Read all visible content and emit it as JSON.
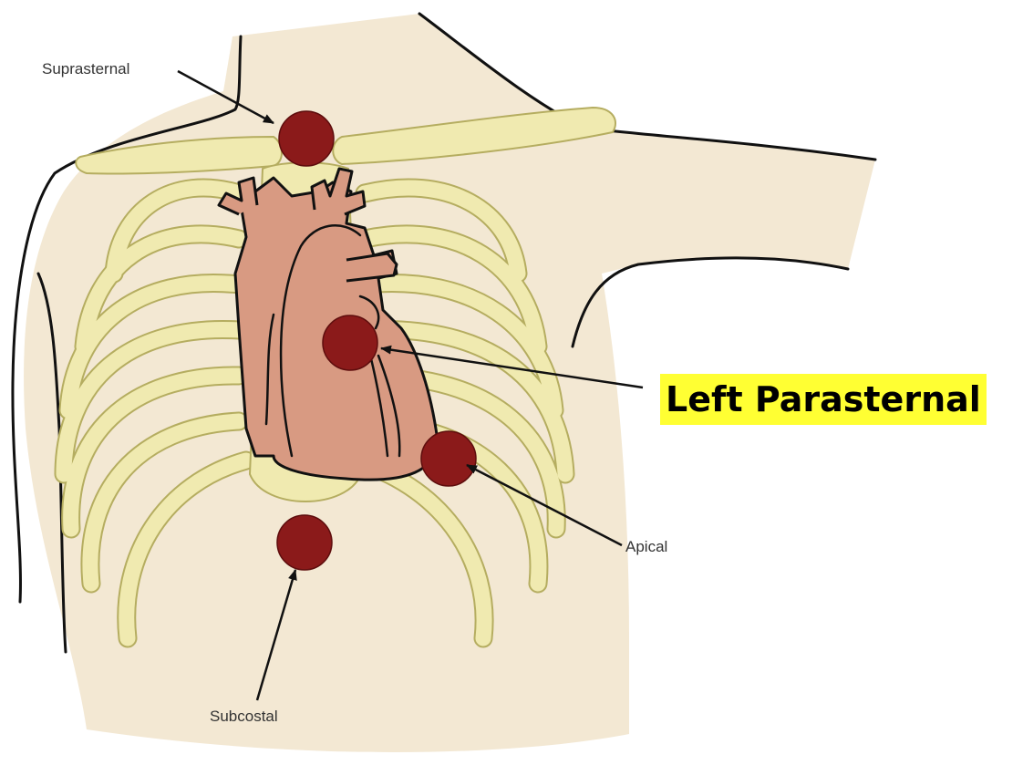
{
  "labels": {
    "suprasternal": "Suprasternal",
    "left_parasternal": "Left Parasternal",
    "apical": "Apical",
    "subcostal": "Subcostal"
  },
  "colors": {
    "skin": "#f3e8d3",
    "bone": "#f0eab0",
    "bone_outline": "#b5ad60",
    "heart": "#d89a82",
    "probe_site": "#8b1a1a",
    "highlight": "#ffff33",
    "outline": "#111111"
  }
}
